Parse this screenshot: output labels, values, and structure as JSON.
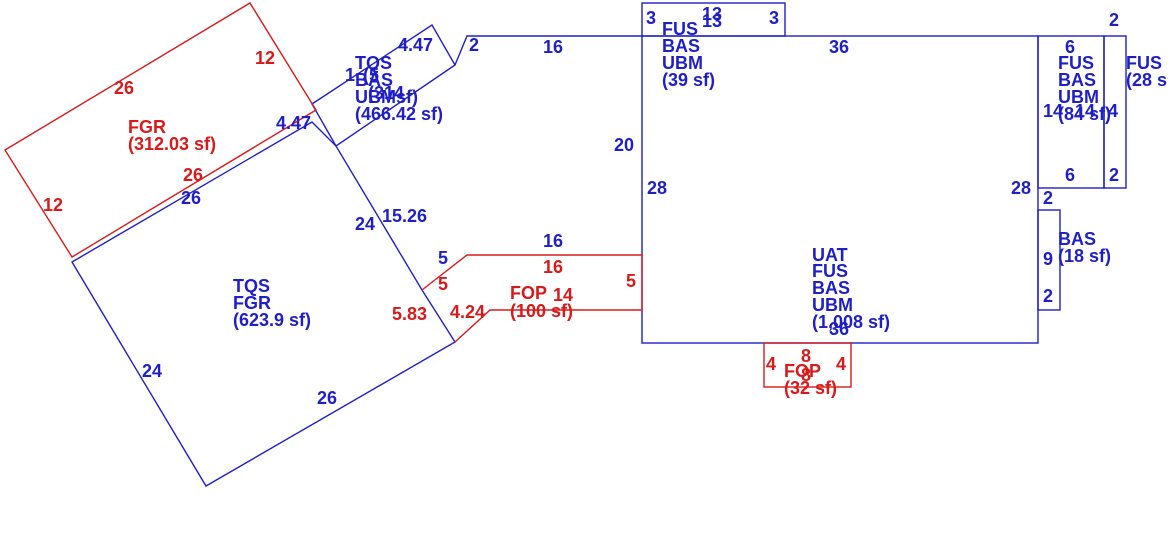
{
  "colors": {
    "blue": "#1f1fc8",
    "red": "#d91a1a",
    "background": "#ffffff"
  },
  "areas": {
    "fgr_upper": {
      "code": "FGR",
      "area": "(312.03 sf)"
    },
    "tqs_fgr": {
      "line1": "TQS",
      "line2": "FGR",
      "area": "(623.9 sf)"
    },
    "tqs_small": {
      "line1": "TQS",
      "line2": "BAS",
      "line3": "UBM",
      "area": "(466.42 sf)",
      "overlap1": "1",
      "overlap2": "(5",
      "overlap3": "(314",
      "overlap4": "sf)"
    },
    "fop_mid": {
      "code": "FOP",
      "area": "(100 sf)",
      "side": "14"
    },
    "fus_top": {
      "line1": "FUS",
      "line2": "BAS",
      "line3": "UBM",
      "area": "(39 sf)"
    },
    "uat_main": {
      "line1": "UAT",
      "line2": "FUS",
      "line3": "BAS",
      "line4": "UBM",
      "area": "(1,008 sf)"
    },
    "fus_right": {
      "line1": "FUS",
      "line2": "BAS",
      "line3": "UBM",
      "area": "(84 sf)",
      "overlap": "14"
    },
    "fus_far": {
      "code": "FUS",
      "area": "(28 s"
    },
    "bas_small": {
      "code": "BAS",
      "area": "(18 sf)"
    },
    "fop_bottom": {
      "code": "FOP",
      "area": "(32 sf)"
    }
  },
  "dimensions": {
    "fgr_top": "26",
    "fgr_right": "12",
    "fgr_left": "12",
    "fgr_bottom": "26",
    "tqs_top": "26",
    "tqs_right": "24",
    "tqs_left": "24",
    "tqs_bottom": "26",
    "tqs_diag": "15.26",
    "tqs_step": "5.83",
    "tqs_small_top": "4.47",
    "tqs_small_left": "4.47",
    "fop_top_blue": "16",
    "fop_top_red": "16",
    "fop_left_blue": "5",
    "fop_left_red": "5",
    "fop_right": "5",
    "fop_diag": "4.24",
    "main_top": "36",
    "main_bottom": "36",
    "main_left": "28",
    "main_right": "28",
    "upper_top": "16",
    "upper_left": "20",
    "upper_corner": "2",
    "fus_top_top": "13",
    "fus_top_top2": "13",
    "fus_top_left": "3",
    "fus_top_right": "3",
    "fus_right_top": "6",
    "fus_right_bottom": "6",
    "fus_right_right": "14",
    "fus_far_top": "2",
    "fus_far_bottom": "2",
    "fus_far_right": "4",
    "bas_top": "2",
    "bas_bottom": "2",
    "bas_side": "9",
    "fopb_top": "8",
    "fopb_bottom": "8",
    "fopb_left": "4",
    "fopb_right": "4"
  }
}
